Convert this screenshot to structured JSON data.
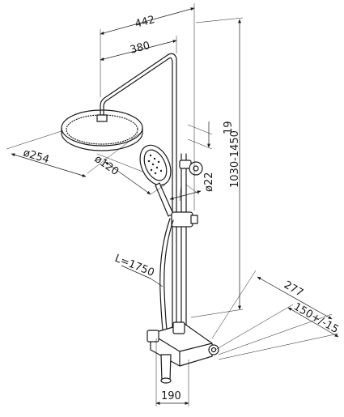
{
  "dimensions": {
    "arm_length_total": "442",
    "arm_length_inner": "380",
    "head_diameter": "ø254",
    "hand_shower_diameter": "ø120",
    "pipe_diameter": "ø22",
    "offset": "19",
    "height_range": "1030-1450",
    "hose_length": "L=1750",
    "wall_offset": "277",
    "inlet_spacing": "150+/-15",
    "mixer_width": "190"
  }
}
